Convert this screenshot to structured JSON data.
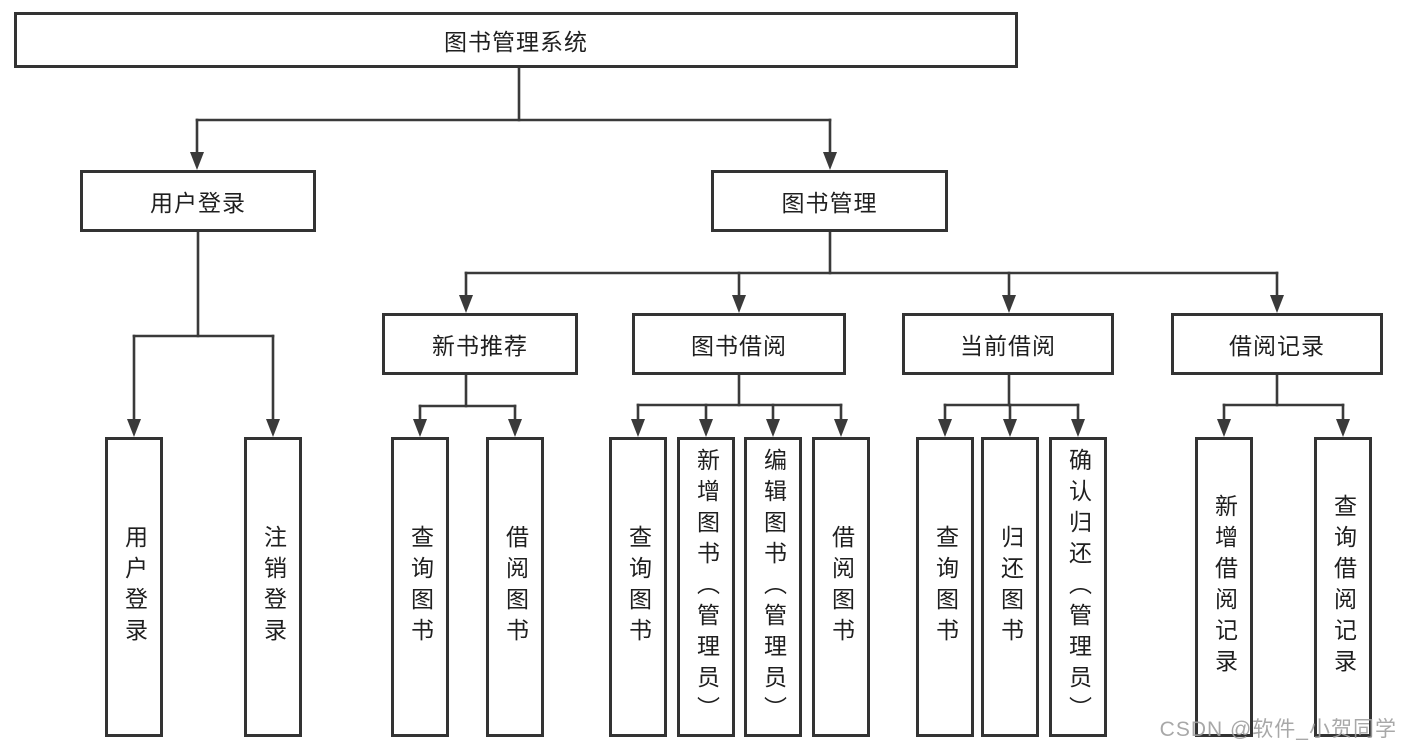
{
  "diagram": {
    "title_node": "图书管理系统",
    "level2": {
      "user_login": "用户登录",
      "book_management": "图书管理"
    },
    "level3": {
      "new_book_recommend": "新书推荐",
      "book_borrow": "图书借阅",
      "current_borrow": "当前借阅",
      "borrow_records": "借阅记录"
    },
    "leaves": [
      "用户登录",
      "注销登录",
      "查询图书",
      "借阅图书",
      "查询图书",
      "新增图书（管理员）",
      "编辑图书（管理员）",
      "借阅图书",
      "查询图书",
      "归还图书",
      "确认归还（管理员）",
      "新增借阅记录",
      "查询借阅记录"
    ]
  },
  "watermark": {
    "text": "CSDN @软件_小贺同学",
    "color": "#9e9e9e"
  },
  "colors": {
    "background": "#ffffff",
    "box_border": "#333333",
    "connector_line": "#3a3a3a",
    "text": "#1f1f1f"
  }
}
